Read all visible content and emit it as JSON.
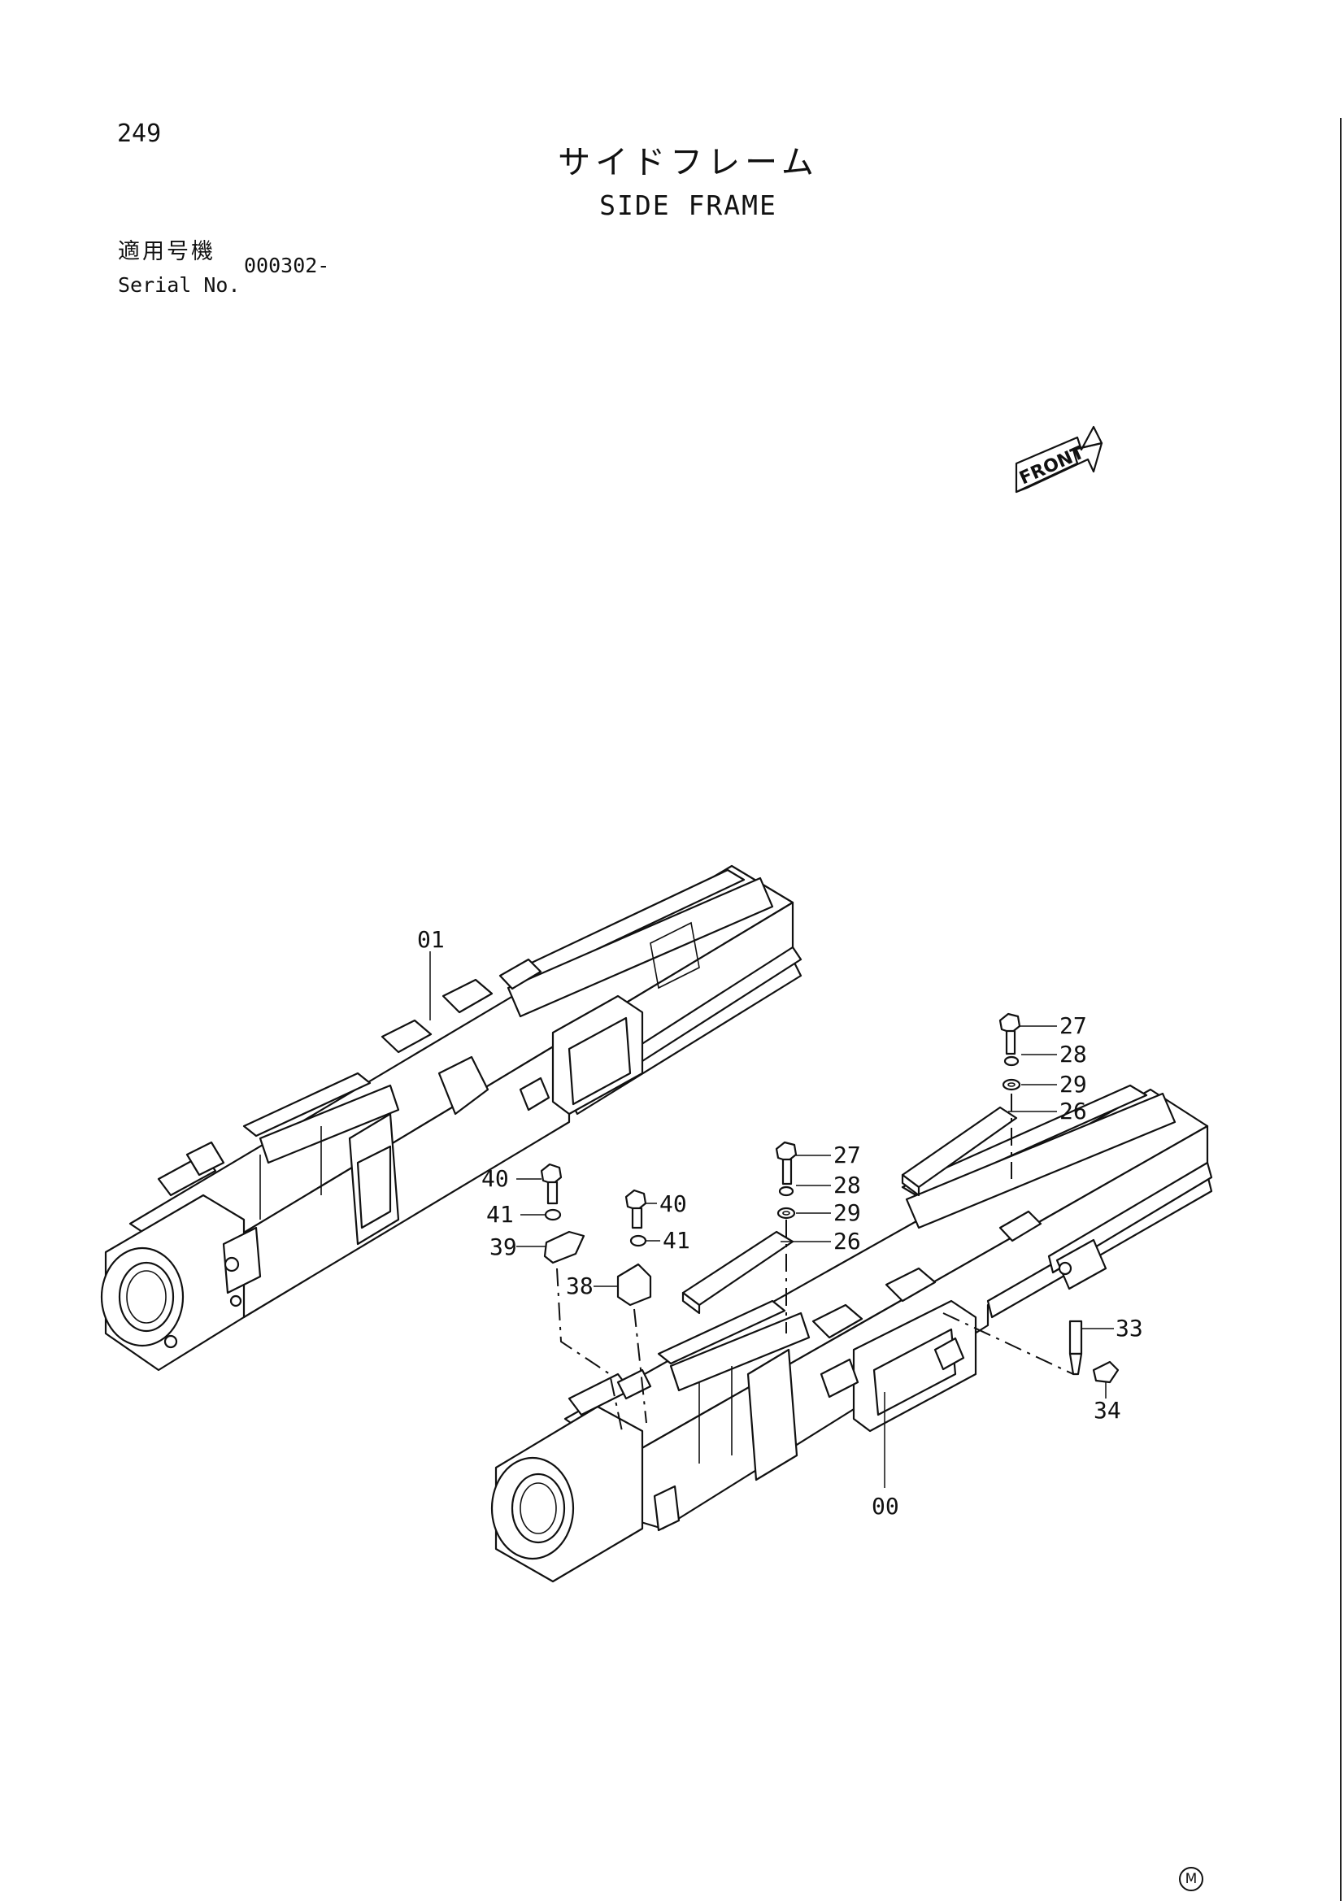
{
  "page_number": "249",
  "title_ja": "サイドフレーム",
  "title_en": "SIDE FRAME",
  "serial_label_ja": "適用号機",
  "serial_label_en": "Serial No.",
  "serial_value": "000302-",
  "front_label": "FRONT",
  "callouts": {
    "c01": "01",
    "c00": "00",
    "c27a": "27",
    "c28a": "28",
    "c29a": "29",
    "c26a": "26",
    "c27b": "27",
    "c28b": "28",
    "c29b": "29",
    "c26b": "26",
    "c40a": "40",
    "c41a": "41",
    "c39": "39",
    "c40b": "40",
    "c41b": "41",
    "c38": "38",
    "c33": "33",
    "c34": "34"
  },
  "corner_mark": "M"
}
